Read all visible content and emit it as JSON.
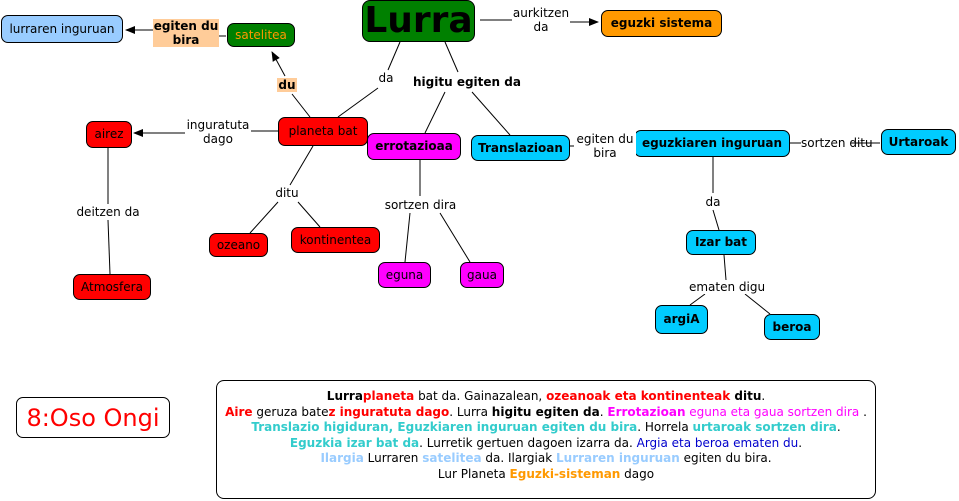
{
  "nodes": {
    "lurra": "Lurra",
    "eguzki_sistema": "eguzki  sistema",
    "lurraren_inguruan": "lurraren inguruan",
    "satelitea": "satelitea",
    "planeta_bat": "planeta  bat",
    "airez": "airez",
    "atmosfera": "Atmosfera",
    "ozeano": "ozeano",
    "kontinentea": "kontinentea",
    "errotazioaa": "errotazioaa",
    "eguna": "eguna",
    "gaua": "gaua",
    "translazioan": "Translazioan",
    "eguzkiaren_inguruan": "eguzkiaren inguruan",
    "urtaroak": "Urtaroak",
    "izar_bat": "Izar bat",
    "argia": "argiA",
    "beroa": "beroa"
  },
  "links": {
    "aurkitzen_da": [
      "aurkitzen",
      "da"
    ],
    "egiten_du_bira_top": [
      "egiten du",
      "bira"
    ],
    "du": "du",
    "da_lurra": "da",
    "higitu": "higitu egiten da",
    "inguratuta": [
      "inguratuta",
      "dago"
    ],
    "ditu": "ditu",
    "deitzen": "deitzen da",
    "sortzen_dira": "sortzen dira",
    "egiten_du_bira_mid": [
      "egiten du",
      "bira"
    ],
    "sortzen_ditu": "sortzen ditu",
    "da_izar": "da",
    "ematen": "ematen digu"
  },
  "grade": "8:Oso Ongi",
  "summary": {
    "l1": {
      "a": "Lurra",
      "b": "planeta",
      "c": " bat da. Gainazalean, ",
      "d": "ozeanoak eta kontinenteak",
      "e": " ditu",
      "f": "."
    },
    "l2": {
      "a": "Aire",
      "b": " geruza bate",
      "c": "z inguratuta dago",
      "d": ". Lurra ",
      "e": "higitu egiten da",
      "f": ". ",
      "g": "Errotazioan",
      "h": " eguna eta gaua sortzen dira",
      "i": " ."
    },
    "l3": {
      "a": "Translazio higiduran, Eguzkiaren inguruan egiten du bira",
      "b": ". Horrela ",
      "c": "urtaroak sortzen dira",
      "d": "."
    },
    "l4": {
      "a": "Eguzkia izar bat da",
      "b": ". Lurretik gertuen dagoen izarra da. ",
      "c": "Argia eta beroa ematen du",
      "d": "."
    },
    "l5": {
      "a": "Ilargia",
      "b": " Lurraren ",
      "c": "satelitea",
      "d": " da. Ilargiak ",
      "e": "Lurraren inguruan",
      "f": " egiten du bira."
    },
    "l6": {
      "a": "Lur Planeta ",
      "b": "Eguzki-sisteman",
      "c": " dago"
    }
  },
  "colors": {
    "red": "#ff0000",
    "magenta": "#ff00ff",
    "cyan": "#00ccff",
    "green": "#008000",
    "orange": "#ff9900",
    "lightblue": "#99ccff",
    "label_bg": "#ffcc99"
  }
}
